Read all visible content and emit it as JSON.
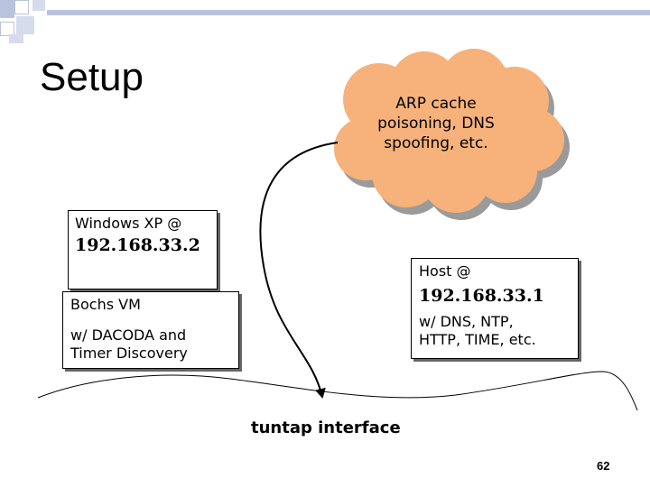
{
  "slide": {
    "title": "Setup",
    "page_number": "62"
  },
  "cloud": {
    "text": "ARP cache\npoisoning, DNS\nspoofing, etc."
  },
  "windows_box": {
    "label": "Windows XP @",
    "ip": "192.168.33.2"
  },
  "host_box": {
    "label": "Host @",
    "ip": "192.168.33.1",
    "services": "w/ DNS, NTP,",
    "services2": "HTTP, TIME, etc."
  },
  "bochs_box": {
    "label": "Bochs VM",
    "detail1": "w/ DACODA and",
    "detail2": "Timer Discovery"
  },
  "interface_label": "tuntap interface",
  "colors": {
    "cloud_fill": "#f6b27a",
    "cloud_shadow": "#9a9a9a",
    "decor_square": "#b9c3dd"
  }
}
